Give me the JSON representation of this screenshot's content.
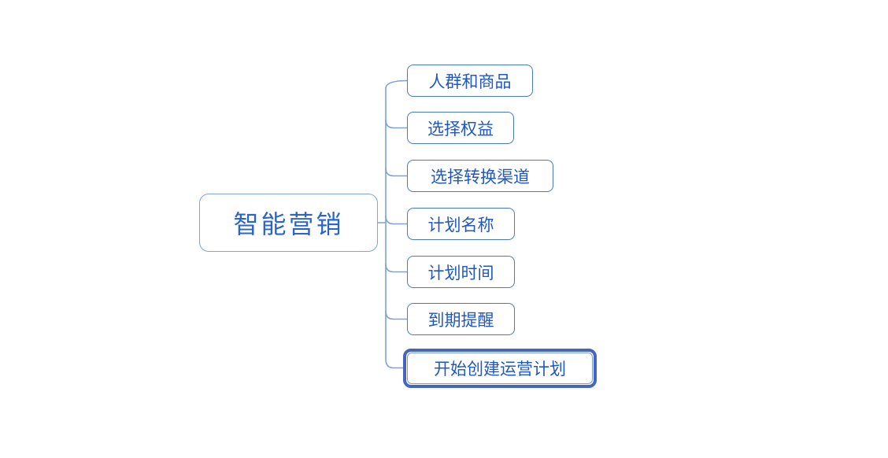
{
  "diagram": {
    "type": "mindmap",
    "root": {
      "label": "智能营销"
    },
    "children": [
      {
        "label": "人群和商品",
        "selected": false
      },
      {
        "label": "选择权益",
        "selected": false
      },
      {
        "label": "选择转换渠道",
        "selected": false
      },
      {
        "label": "计划名称",
        "selected": false
      },
      {
        "label": "计划时间",
        "selected": false
      },
      {
        "label": "到期提醒",
        "selected": false
      },
      {
        "label": "开始创建运营计划",
        "selected": true
      }
    ],
    "colors": {
      "background": "#FFFFFF",
      "root_border": "#7EA4DA",
      "root_text": "#2A64CB",
      "node_border": "#4B78C6",
      "node_text": "#2158C0",
      "connector": "#82A1D3",
      "selected_outer_border": "#4565BE",
      "selected_inner_border": "#7D9BD8"
    }
  }
}
